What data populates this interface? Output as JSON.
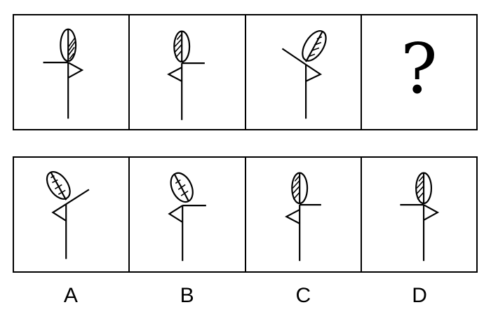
{
  "question_row": {
    "cells": [
      {
        "figure": "figure-1"
      },
      {
        "figure": "figure-2"
      },
      {
        "figure": "figure-3"
      },
      {
        "placeholder": "?"
      }
    ]
  },
  "options": [
    {
      "label": "A"
    },
    {
      "label": "B"
    },
    {
      "label": "C"
    },
    {
      "label": "D"
    }
  ],
  "colors": {
    "stroke": "#000000",
    "background": "#ffffff"
  }
}
